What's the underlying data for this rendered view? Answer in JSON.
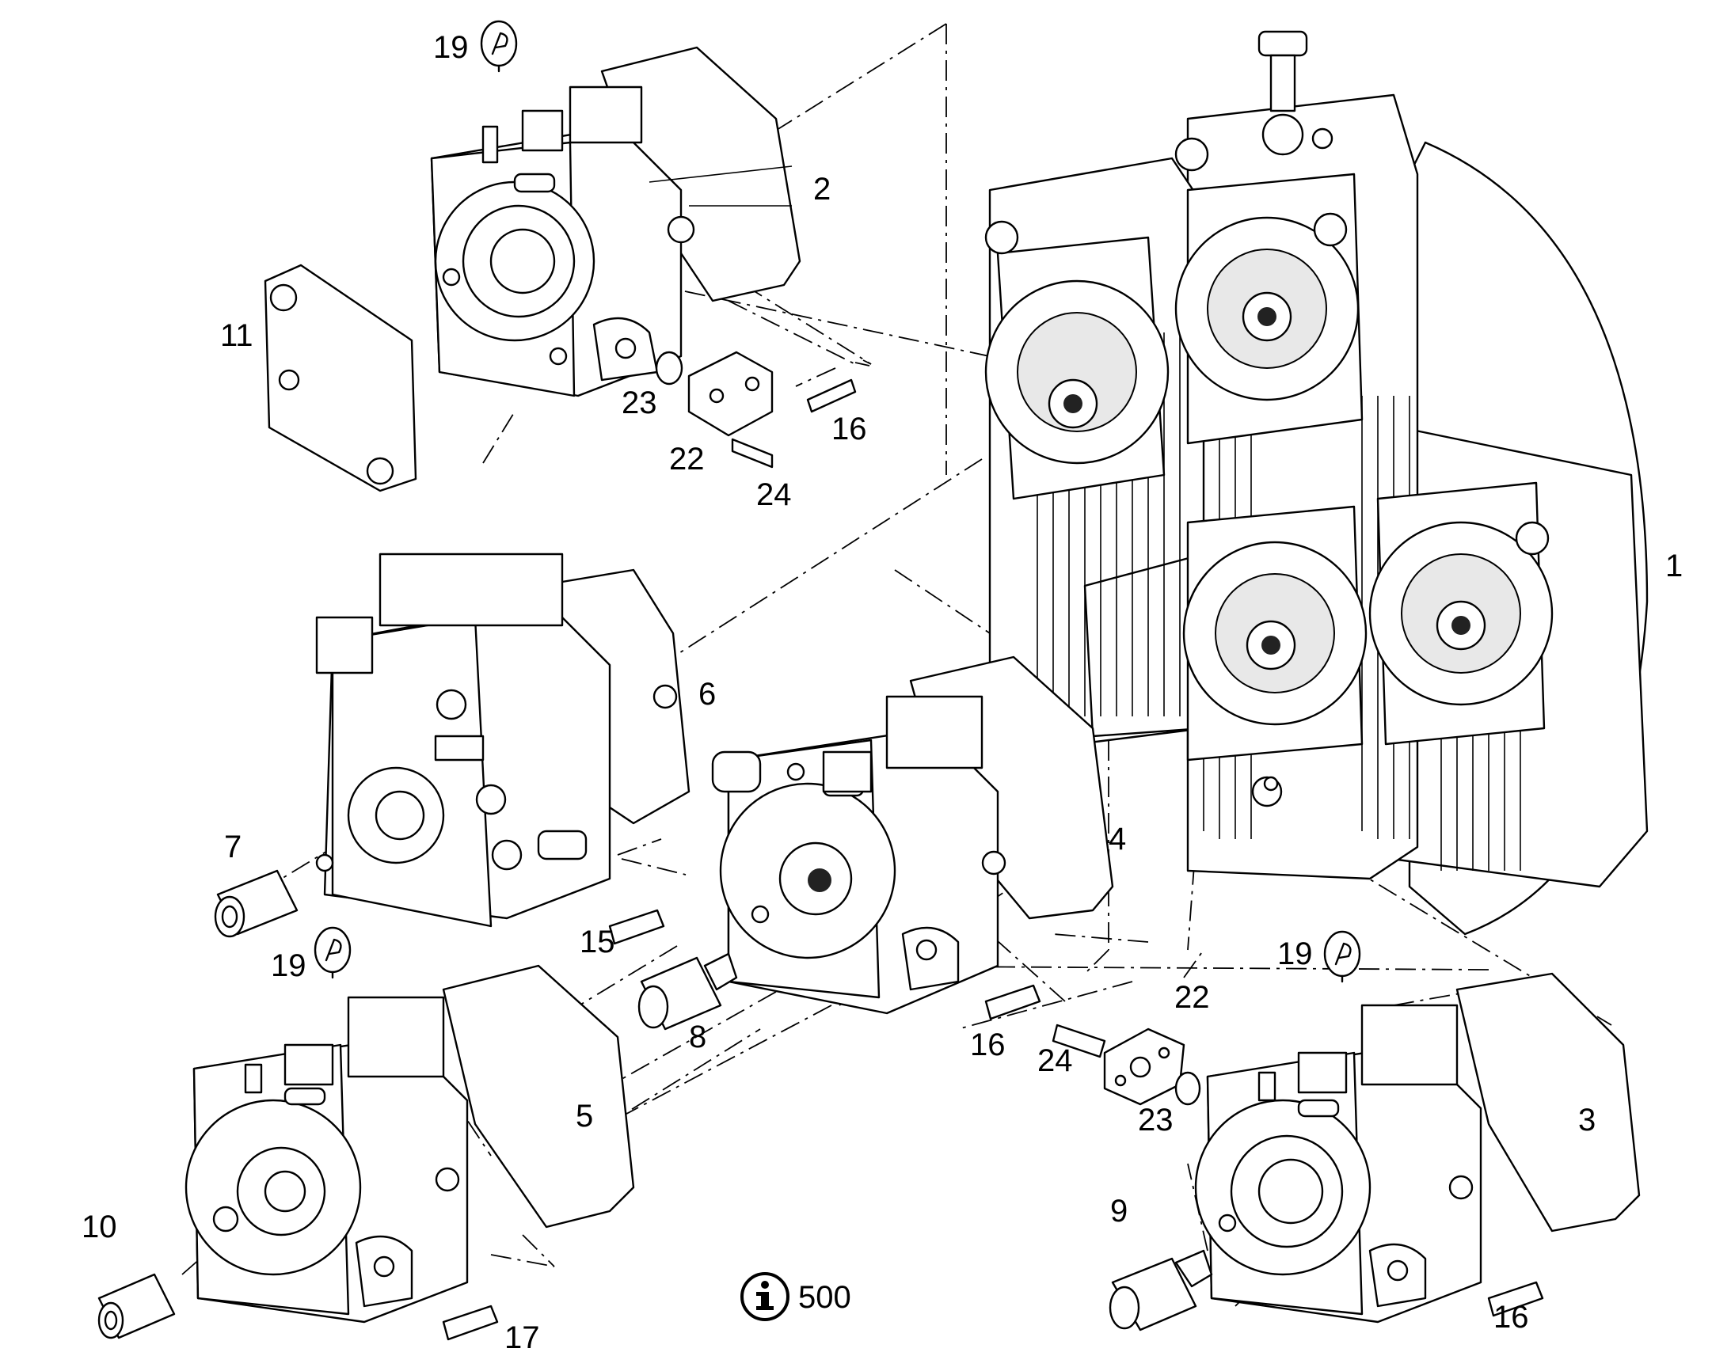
{
  "callouts": [
    {
      "id": "c1",
      "text": "1"
    },
    {
      "id": "c2",
      "text": "2"
    },
    {
      "id": "c3",
      "text": "3"
    },
    {
      "id": "c4",
      "text": "4"
    },
    {
      "id": "c5",
      "text": "5"
    },
    {
      "id": "c6",
      "text": "6"
    },
    {
      "id": "c7",
      "text": "7"
    },
    {
      "id": "c8",
      "text": "8"
    },
    {
      "id": "c9",
      "text": "9"
    },
    {
      "id": "c10",
      "text": "10"
    },
    {
      "id": "c11",
      "text": "11"
    },
    {
      "id": "c15",
      "text": "15"
    },
    {
      "id": "c16a",
      "text": "16"
    },
    {
      "id": "c16b",
      "text": "16"
    },
    {
      "id": "c16c",
      "text": "16"
    },
    {
      "id": "c17",
      "text": "17"
    },
    {
      "id": "c19a",
      "text": "19"
    },
    {
      "id": "c19b",
      "text": "19"
    },
    {
      "id": "c19c",
      "text": "19"
    },
    {
      "id": "c22a",
      "text": "22"
    },
    {
      "id": "c22b",
      "text": "22"
    },
    {
      "id": "c23a",
      "text": "23"
    },
    {
      "id": "c23b",
      "text": "23"
    },
    {
      "id": "c24a",
      "text": "24"
    },
    {
      "id": "c24b",
      "text": "24"
    }
  ],
  "info_note": {
    "icon": "info-icon",
    "text": "500"
  }
}
